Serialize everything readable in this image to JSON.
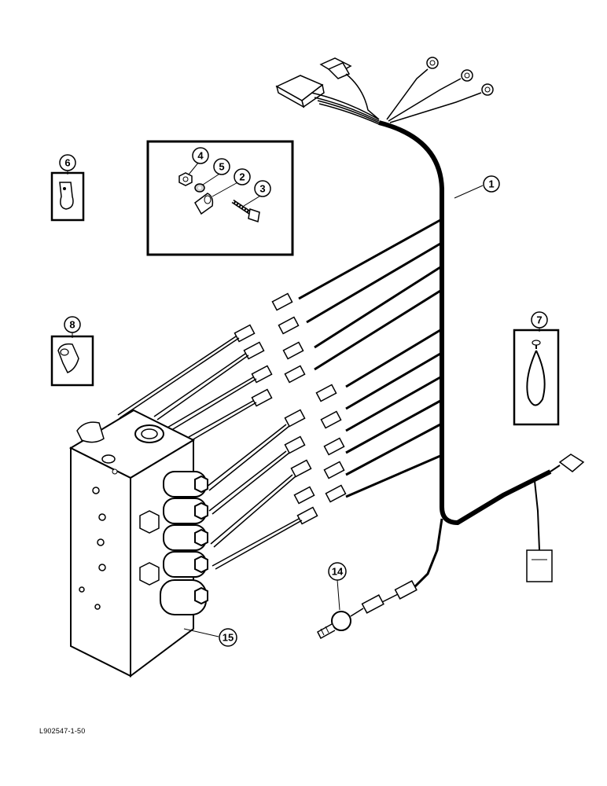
{
  "callouts": {
    "harness": "1",
    "clamp": "2",
    "bolt": "3",
    "nut": "4",
    "washer": "5",
    "clip_6": "6",
    "strap_7": "7",
    "clip_8": "8",
    "sender": "14",
    "valve": "15"
  },
  "figure_code": "L902547-1-50",
  "colors": {
    "line": "#000000",
    "background": "#ffffff"
  }
}
